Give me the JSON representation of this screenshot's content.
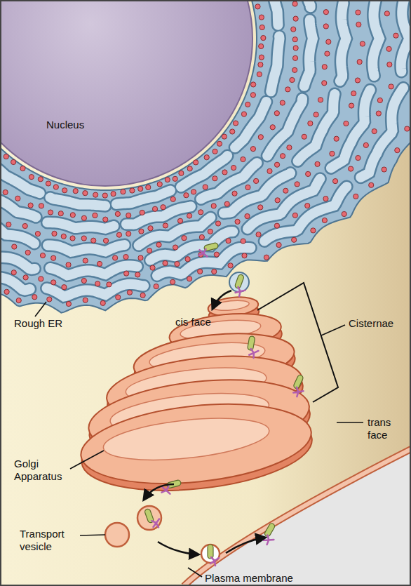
{
  "diagram": {
    "nodes": [
      {
        "text": [
          "Nucleus"
        ]
      }
    ],
    "labels": [
      "Rough ER",
      "cis face",
      "Cisternae",
      "trans face",
      "Golgi Apparatus",
      "Transport vesicle",
      "Plasma membrane"
    ]
  }
}
